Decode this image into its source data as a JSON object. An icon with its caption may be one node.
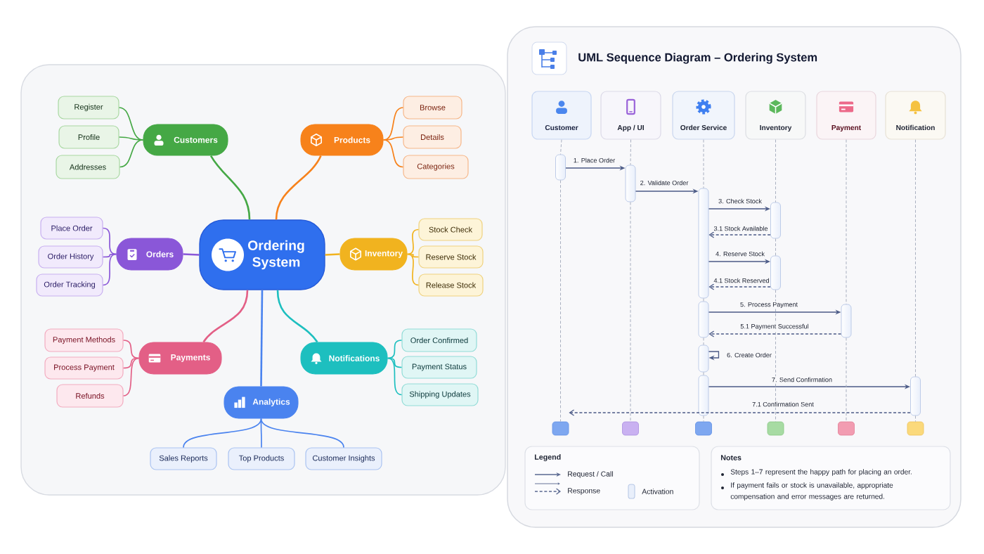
{
  "diagram": {
    "nodes": [
      {
        "text": [],
        "shape": "box"
      },
      {
        "text": [
          "Ordering System"
        ],
        "in": 0
      },
      {
        "text": [
          "Customers"
        ],
        "in": 0
      },
      {
        "text": [
          "Register"
        ],
        "in": 0
      },
      {
        "text": [
          "Profile"
        ],
        "in": 0
      },
      {
        "text": [
          "Addresses"
        ],
        "in": 0
      },
      {
        "text": [
          "Products"
        ],
        "in": 0
      },
      {
        "text": [
          "Browse"
        ],
        "in": 0
      },
      {
        "text": [
          "Details"
        ],
        "in": 0
      },
      {
        "text": [
          "Categories"
        ],
        "in": 0
      },
      {
        "text": [
          "Orders"
        ],
        "in": 0
      },
      {
        "text": [
          "Place Order"
        ],
        "in": 0
      },
      {
        "text": [
          "Order History"
        ],
        "in": 0
      },
      {
        "text": [
          "Order Tracking"
        ],
        "in": 0
      },
      {
        "text": [
          "Inventory"
        ],
        "in": 0
      },
      {
        "text": [
          "Stock Check"
        ],
        "in": 0
      },
      {
        "text": [
          "Reserve Stock"
        ],
        "in": 0
      },
      {
        "text": [
          "Release Stock"
        ],
        "in": 0
      },
      {
        "text": [
          "Payments"
        ],
        "in": 0
      },
      {
        "text": [
          "Payment Methods"
        ],
        "in": 0
      },
      {
        "text": [
          "Process Payment"
        ],
        "in": 0
      },
      {
        "text": [
          "Refunds"
        ],
        "in": 0
      },
      {
        "text": [
          "Notifications"
        ],
        "in": 0
      },
      {
        "text": [
          "Order Confirmed"
        ],
        "in": 0
      },
      {
        "text": [
          "Payment Status"
        ],
        "in": 0
      },
      {
        "text": [
          "Shipping Updates"
        ],
        "in": 0
      },
      {
        "text": [
          "Analytics"
        ],
        "in": 0
      },
      {
        "text": [
          "Sales Reports"
        ],
        "in": 0
      },
      {
        "text": [
          "Top Products"
        ],
        "in": 0
      },
      {
        "text": [
          "Customer Insights"
        ],
        "in": 0
      },
      {
        "text": [
          "UML Sequence Diagram – Ordering System"
        ]
      },
      {
        "text": [
          "Customer"
        ],
        "in": 30
      },
      {
        "text": [
          "App / UI"
        ],
        "in": 30
      },
      {
        "text": [
          "Order Service"
        ],
        "in": 30
      },
      {
        "text": [
          "Inventory"
        ],
        "in": 30
      },
      {
        "text": [
          "Payment"
        ],
        "in": 30
      },
      {
        "text": [
          "Notification"
        ],
        "in": 30
      },
      {
        "text": [],
        "shape": "bar",
        "in": 30
      },
      {
        "text": [],
        "shape": "bar",
        "in": 30
      },
      {
        "text": [],
        "shape": "bar",
        "in": 30
      },
      {
        "text": [],
        "shape": "bar",
        "in": 30
      },
      {
        "text": [],
        "shape": "bar",
        "in": 30
      },
      {
        "text": [],
        "shape": "bar",
        "in": 30
      },
      {
        "text": [],
        "shape": "bar",
        "in": 30
      },
      {
        "text": [],
        "shape": "bar",
        "in": 30
      },
      {
        "text": [],
        "shape": "bar",
        "in": 30
      },
      {
        "text": [],
        "shape": "bar",
        "in": 30
      },
      {
        "text": [],
        "shape": "box",
        "in": 30
      },
      {
        "text": [],
        "shape": "box",
        "in": 30
      },
      {
        "text": [],
        "shape": "box",
        "in": 30
      },
      {
        "text": [],
        "shape": "box",
        "in": 30
      },
      {
        "text": [],
        "shape": "box",
        "in": 30
      },
      {
        "text": [],
        "shape": "box",
        "in": 30
      },
      {
        "text": [
          "Legend"
        ],
        "in": 30
      },
      {
        "text": [
          "Notes",
          "Steps 1–7 represent the happy path for placing an order.",
          "If payment fails or stock is unavailable, appropriate compensation and error messages are returned."
        ],
        "in": 30
      }
    ],
    "edges": [
      {
        "from": 1,
        "to": 2,
        "arrow": "none",
        "color": "#45a845"
      },
      {
        "from": 2,
        "to": 3,
        "arrow": "none",
        "color": "#45a845"
      },
      {
        "from": 2,
        "to": 4,
        "arrow": "none",
        "color": "#45a845"
      },
      {
        "from": 2,
        "to": 5,
        "arrow": "none",
        "color": "#45a845"
      },
      {
        "from": 1,
        "to": 6,
        "arrow": "none",
        "color": "#f7821b"
      },
      {
        "from": 6,
        "to": 7,
        "arrow": "none",
        "color": "#f7821b"
      },
      {
        "from": 6,
        "to": 8,
        "arrow": "none",
        "color": "#f7821b"
      },
      {
        "from": 6,
        "to": 9,
        "arrow": "none",
        "color": "#f7821b"
      },
      {
        "from": 1,
        "to": 10,
        "arrow": "none",
        "color": "#8a57d8"
      },
      {
        "from": 10,
        "to": 11,
        "arrow": "none",
        "color": "#8a57d8"
      },
      {
        "from": 10,
        "to": 12,
        "arrow": "none",
        "color": "#8a57d8"
      },
      {
        "from": 10,
        "to": 13,
        "arrow": "none",
        "color": "#8a57d8"
      },
      {
        "from": 1,
        "to": 14,
        "arrow": "none",
        "color": "#f1b31f"
      },
      {
        "from": 14,
        "to": 15,
        "arrow": "none",
        "color": "#f1b31f"
      },
      {
        "from": 14,
        "to": 16,
        "arrow": "none",
        "color": "#f1b31f"
      },
      {
        "from": 14,
        "to": 17,
        "arrow": "none",
        "color": "#f1b31f"
      },
      {
        "from": 1,
        "to": 18,
        "arrow": "none",
        "color": "#e35f86"
      },
      {
        "from": 18,
        "to": 19,
        "arrow": "none",
        "color": "#e35f86"
      },
      {
        "from": 18,
        "to": 20,
        "arrow": "none",
        "color": "#e35f86"
      },
      {
        "from": 18,
        "to": 21,
        "arrow": "none",
        "color": "#e35f86"
      },
      {
        "from": 1,
        "to": 22,
        "arrow": "none",
        "color": "#1dbfbf"
      },
      {
        "from": 22,
        "to": 23,
        "arrow": "none",
        "color": "#1dbfbf"
      },
      {
        "from": 22,
        "to": 24,
        "arrow": "none",
        "color": "#1dbfbf"
      },
      {
        "from": 22,
        "to": 25,
        "arrow": "none",
        "color": "#1dbfbf"
      },
      {
        "from": 1,
        "to": 26,
        "arrow": "none",
        "color": "#4a83ef"
      },
      {
        "from": 26,
        "to": 27,
        "arrow": "none",
        "color": "#4a83ef"
      },
      {
        "from": 26,
        "to": 28,
        "arrow": "none",
        "color": "#4a83ef"
      },
      {
        "from": 26,
        "to": 29,
        "arrow": "none",
        "color": "#4a83ef"
      },
      {
        "from": 37,
        "to": 38,
        "arrow": "to",
        "label": "1. Place Order",
        "color": "#4b5a86"
      },
      {
        "from": 38,
        "to": 39,
        "arrow": "to",
        "label": "2. Validate Order",
        "color": "#4b5a86"
      },
      {
        "from": 39,
        "to": 40,
        "arrow": "to",
        "label": "3. Check Stock",
        "color": "#4b5a86"
      },
      {
        "from": 40,
        "to": 39,
        "arrow": "to",
        "label": "3.1 Stock Available",
        "style": "dashed",
        "color": "#4b5a86"
      },
      {
        "from": 39,
        "to": 41,
        "arrow": "to",
        "label": "4. Reserve Stock",
        "color": "#4b5a86"
      },
      {
        "from": 41,
        "to": 39,
        "arrow": "to",
        "label": "4.1 Stock Reserved",
        "style": "dashed",
        "color": "#4b5a86"
      },
      {
        "from": 42,
        "to": 43,
        "arrow": "to",
        "label": "5. Process Payment",
        "color": "#4b5a86"
      },
      {
        "from": 43,
        "to": 42,
        "arrow": "to",
        "label": "5.1 Payment Successful",
        "style": "dashed",
        "color": "#4b5a86"
      },
      {
        "from": 44,
        "to": 44,
        "arrow": "to",
        "label": "6. Create Order",
        "color": "#4b5a86"
      },
      {
        "from": 45,
        "to": 46,
        "arrow": "to",
        "label": "7. Send Confirmation",
        "color": "#4b5a86"
      },
      {
        "from": 46,
        "to": 47,
        "arrow": "to",
        "label": "7.1 Confirmation Sent",
        "style": "dashed",
        "color": "#4b5a86"
      },
      {
        "from": 31,
        "to": 37,
        "arrow": "none",
        "style": "dashed",
        "color": "#a9b0c0"
      },
      {
        "from": 37,
        "to": 47,
        "arrow": "none",
        "style": "dashed",
        "color": "#a9b0c0"
      },
      {
        "from": 32,
        "to": 38,
        "arrow": "none",
        "style": "dashed",
        "color": "#a9b0c0"
      },
      {
        "from": 38,
        "to": 48,
        "arrow": "none",
        "style": "dashed",
        "color": "#a9b0c0"
      },
      {
        "from": 33,
        "to": 39,
        "arrow": "none",
        "style": "dashed",
        "color": "#a9b0c0"
      },
      {
        "from": 39,
        "to": 42,
        "arrow": "none",
        "style": "dashed",
        "color": "#a9b0c0"
      },
      {
        "from": 42,
        "to": 44,
        "arrow": "none",
        "style": "dashed",
        "color": "#a9b0c0"
      },
      {
        "from": 44,
        "to": 45,
        "arrow": "none",
        "style": "dashed",
        "color": "#a9b0c0"
      },
      {
        "from": 45,
        "to": 49,
        "arrow": "none",
        "style": "dashed",
        "color": "#a9b0c0"
      },
      {
        "from": 34,
        "to": 40,
        "arrow": "none",
        "style": "dashed",
        "color": "#a9b0c0"
      },
      {
        "from": 40,
        "to": 41,
        "arrow": "none",
        "style": "dashed",
        "color": "#a9b0c0"
      },
      {
        "from": 41,
        "to": 50,
        "arrow": "none",
        "style": "dashed",
        "color": "#a9b0c0"
      },
      {
        "from": 35,
        "to": 43,
        "arrow": "none",
        "style": "dashed",
        "color": "#a9b0c0"
      },
      {
        "from": 43,
        "to": 51,
        "arrow": "none",
        "style": "dashed",
        "color": "#a9b0c0"
      },
      {
        "from": 36,
        "to": 46,
        "arrow": "none",
        "style": "dashed",
        "color": "#a9b0c0"
      },
      {
        "from": 46,
        "to": 52,
        "arrow": "none",
        "style": "dashed",
        "color": "#a9b0c0"
      }
    ],
    "legend": [
      {
        "text": "Request / Call"
      },
      {
        "text": "Response"
      },
      {
        "text": "Activation"
      }
    ]
  }
}
